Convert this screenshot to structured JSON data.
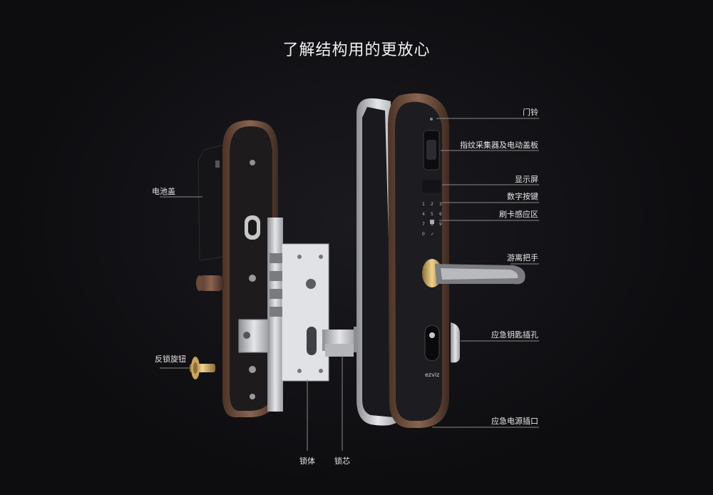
{
  "title": "了解结构用的更放心",
  "labels": {
    "doorbell": "门铃",
    "fingerprint": "指纹采集器及电动盖板",
    "display": "显示屏",
    "keypad": "数字按键",
    "card": "刷卡感应区",
    "handle": "游离把手",
    "keyhole": "应急钥匙插孔",
    "power": "应急电源插口",
    "battery_cover": "电池盖",
    "knob": "反锁旋钮",
    "lock_body": "锁体",
    "lock_core": "锁芯"
  },
  "keypad_keys": [
    "1",
    "2",
    "3",
    "4",
    "5",
    "6",
    "7",
    "8",
    "9",
    "0",
    "✓"
  ],
  "brand": "ezviz",
  "colors": {
    "bg": "#0e0d10",
    "bronze": "#7b5a46",
    "silver": "#c9c9cc",
    "panel": "#1d1c21"
  }
}
